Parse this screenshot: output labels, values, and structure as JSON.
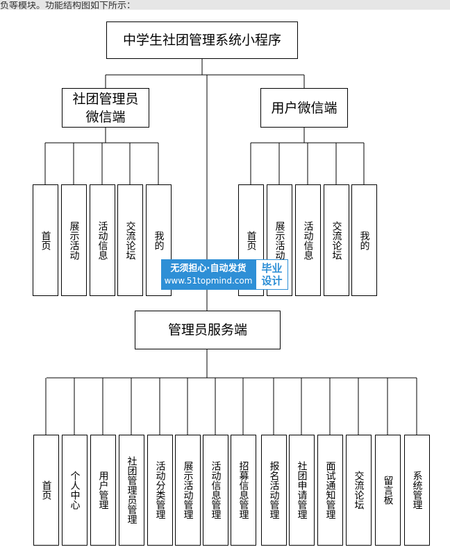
{
  "top_text": "负等模块。功能结构图如下所示：",
  "root": "中学生社团管理系统小程序",
  "club_admin": {
    "title": "社团管理员微信端",
    "items": [
      "首页",
      "展示活动",
      "活动信息",
      "交流论坛",
      "我的"
    ]
  },
  "user": {
    "title": "用户微信端",
    "items": [
      "首页",
      "展示活动",
      "活动信息",
      "交流论坛",
      "我的"
    ]
  },
  "admin": {
    "title": "管理员服务端",
    "items": [
      "首页",
      "个人中心",
      "用户管理",
      "社团管理员管理",
      "活动分类管理",
      "展示活动管理",
      "活动信息管理",
      "招募信息管理",
      "报名活动管理",
      "社团申请管理",
      "面试通知管理",
      "交流论坛",
      "留言板",
      "系统管理"
    ]
  },
  "watermark": {
    "line1": "无须担心·自动发货",
    "line2": "www.51topmind.com",
    "badge_top": "毕业",
    "badge_bottom": "设计",
    "color": "#2e8fd6"
  }
}
